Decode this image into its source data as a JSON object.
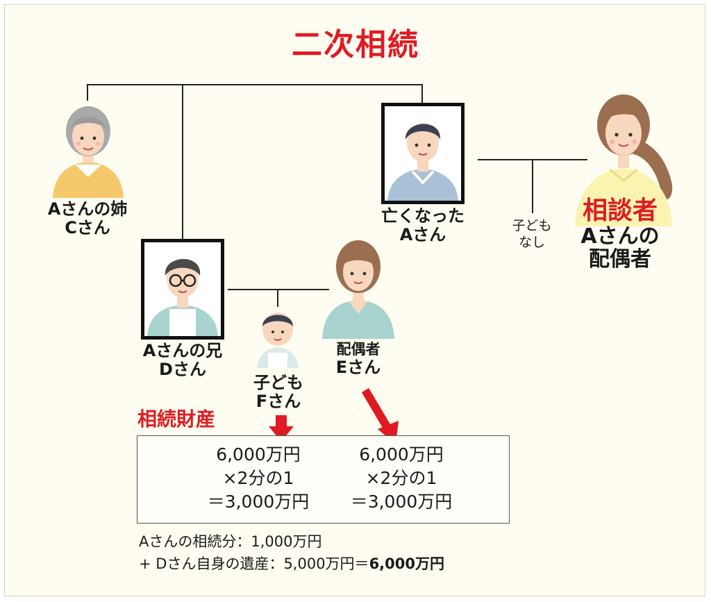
{
  "title": "二次相続",
  "people": {
    "sister": {
      "name_line1": "Aさんの姉",
      "name_line2": "Cさん"
    },
    "deceased": {
      "name_line1": "亡くなった",
      "name_line2": "Aさん"
    },
    "no_children": {
      "line1": "子ども",
      "line2": "なし"
    },
    "consultant": {
      "badge": "相談者",
      "name_line1": "Aさんの",
      "name_line2": "配偶者"
    },
    "brother": {
      "name_line1": "Aさんの兄",
      "name_line2": "Dさん"
    },
    "child": {
      "name_line1": "子ども",
      "name_line2": "Fさん"
    },
    "spouse_e": {
      "name_line1": "配偶者",
      "name_line2": "Eさん"
    }
  },
  "inheritance": {
    "title": "相続財産",
    "f_share": {
      "line1": "6,000万円",
      "line2": "×2分の1",
      "line3": "＝3,000万円"
    },
    "e_share": {
      "line1": "6,000万円",
      "line2": "×2分の1",
      "line3": "＝3,000万円"
    }
  },
  "notes": {
    "line1": "Aさんの相続分：1,000万円",
    "line2_prefix": "+ Dさん自身の遺産：5,000万円＝",
    "line2_total": "6,000万円"
  },
  "colors": {
    "accent_red": "#e01a22",
    "background": "#fffdf1"
  }
}
